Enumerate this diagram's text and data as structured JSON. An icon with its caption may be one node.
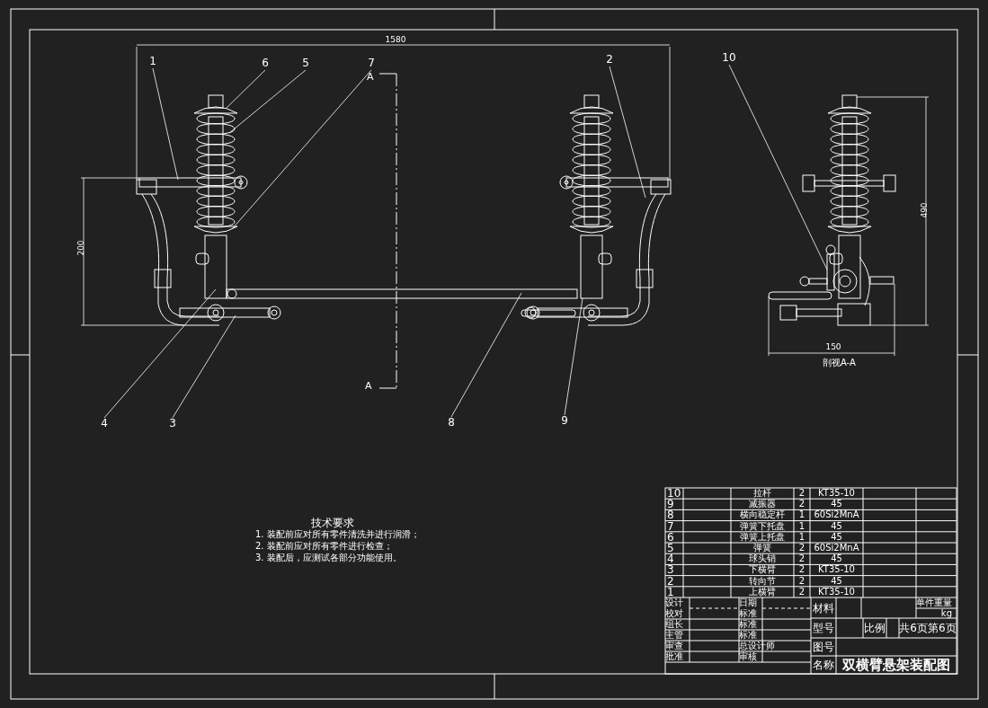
{
  "diagram": {
    "nodes": [
      {
        "text": [
          "1"
        ]
      },
      {
        "text": [
          "6"
        ]
      },
      {
        "text": [
          "5"
        ]
      },
      {
        "text": [
          "7"
        ]
      },
      {
        "text": [
          "2"
        ]
      },
      {
        "text": [
          "10"
        ]
      },
      {
        "text": [
          "4"
        ]
      },
      {
        "text": [
          "3"
        ]
      },
      {
        "text": [
          "8"
        ]
      },
      {
        "text": [
          "9"
        ]
      }
    ],
    "edges": [
      {
        "from": 0,
        "to": null,
        "arrow": "none"
      },
      {
        "from": 1,
        "to": null,
        "arrow": "none"
      },
      {
        "from": 2,
        "to": null,
        "arrow": "none"
      },
      {
        "from": 3,
        "to": null,
        "arrow": "none"
      },
      {
        "from": 4,
        "to": null,
        "arrow": "none"
      },
      {
        "from": 5,
        "to": null,
        "arrow": "none"
      },
      {
        "from": 6,
        "to": null,
        "arrow": "none"
      },
      {
        "from": 7,
        "to": null,
        "arrow": "none"
      },
      {
        "from": 8,
        "to": null,
        "arrow": "none"
      },
      {
        "from": 9,
        "to": null,
        "arrow": "none"
      }
    ],
    "labels": [
      "1580",
      "A",
      "200",
      "A",
      "490",
      "150",
      "剖视A-A",
      "技术要求",
      "1. 装配前应对所有零件清洗并进行润滑；",
      "2. 装配前应对所有零件进行检查；",
      "3. 装配后，应测试各部分功能使用。",
      "10",
      "拉杆",
      "2",
      "KT35-10",
      "9",
      "减振器",
      "2",
      "45",
      "8",
      "横向稳定杆",
      "1",
      "60Si2MnA",
      "7",
      "弹簧下托盘",
      "1",
      "45",
      "6",
      "弹簧上托盘",
      "1",
      "45",
      "5",
      "弹簧",
      "2",
      "60Si2MnA",
      "4",
      "球头销",
      "2",
      "45",
      "3",
      "下横臂",
      "2",
      "KT35-10",
      "2",
      "转向节",
      "2",
      "45",
      "1",
      "上横臂",
      "2",
      "KT35-10",
      "设计",
      "日期",
      "材料",
      "单件重量",
      "校对",
      "标准",
      "kg",
      "组长",
      "标准",
      "型号",
      "比例",
      "共6页第6页",
      "主管",
      "标准",
      "审查",
      "总设计师",
      "图号",
      "批准",
      "审核",
      "名称",
      "双横臂悬架装配图"
    ]
  }
}
